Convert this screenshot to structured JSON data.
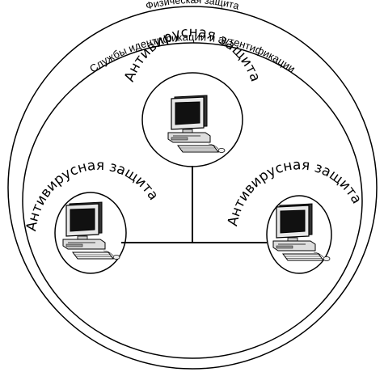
{
  "diagram": {
    "outer_label": "Физическая защита",
    "inner_label": "Службы идентификации и аутентификации",
    "nodes": [
      {
        "id": "top",
        "label": "Антивирусная защита",
        "icon": "computer-icon"
      },
      {
        "id": "left",
        "label": "Антивирусная защита",
        "icon": "computer-icon"
      },
      {
        "id": "right",
        "label": "Антивирусная защита",
        "icon": "computer-icon"
      }
    ]
  }
}
